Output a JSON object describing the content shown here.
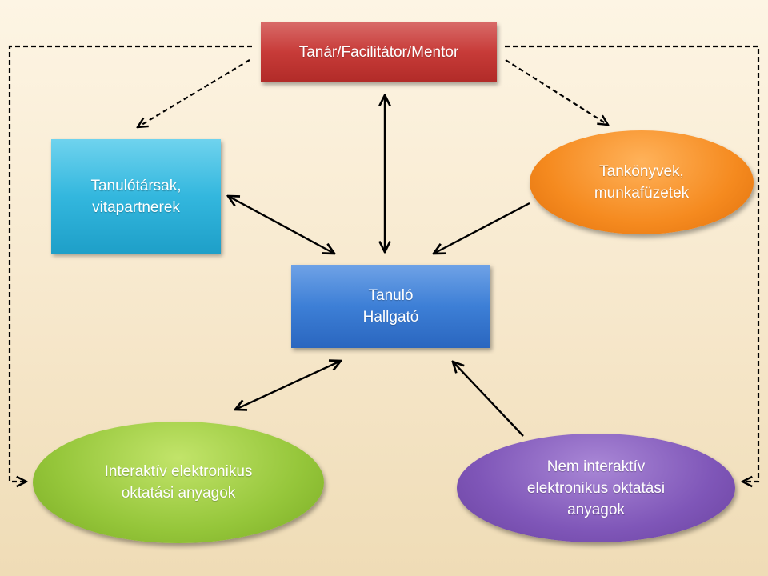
{
  "nodes": {
    "teacher": "Tanár/Facilitátor/Mentor",
    "peers": "Tanulótársak,\nvitapartnerek",
    "textbooks": "Tankönyvek,\nmunkafüzetek",
    "learner": "Tanuló\nHallgató",
    "interactive_materials": "Interaktív elektronikus\noktatási anyagok",
    "noninteractive_materials": "Nem interaktív\nelektronikus oktatási\nanyagok"
  },
  "colors": {
    "teacher": "#c73b38",
    "peers": "#33b7de",
    "textbooks": "#f58a1f",
    "learner": "#3d7fd6",
    "interactive_materials": "#95c63a",
    "noninteractive_materials": "#7f56b8",
    "arrow": "#000000"
  },
  "edges": [
    {
      "from": "teacher",
      "to": "peers",
      "style": "dashed",
      "direction": "forward"
    },
    {
      "from": "teacher",
      "to": "textbooks",
      "style": "dashed",
      "direction": "forward"
    },
    {
      "from": "teacher",
      "to": "interactive_materials",
      "style": "dashed",
      "direction": "forward"
    },
    {
      "from": "teacher",
      "to": "noninteractive_materials",
      "style": "dashed",
      "direction": "forward"
    },
    {
      "from": "teacher",
      "to": "learner",
      "style": "solid",
      "direction": "both"
    },
    {
      "from": "peers",
      "to": "learner",
      "style": "solid",
      "direction": "both"
    },
    {
      "from": "textbooks",
      "to": "learner",
      "style": "solid",
      "direction": "forward"
    },
    {
      "from": "interactive_materials",
      "to": "learner",
      "style": "solid",
      "direction": "both"
    },
    {
      "from": "noninteractive_materials",
      "to": "learner",
      "style": "solid",
      "direction": "forward"
    }
  ]
}
